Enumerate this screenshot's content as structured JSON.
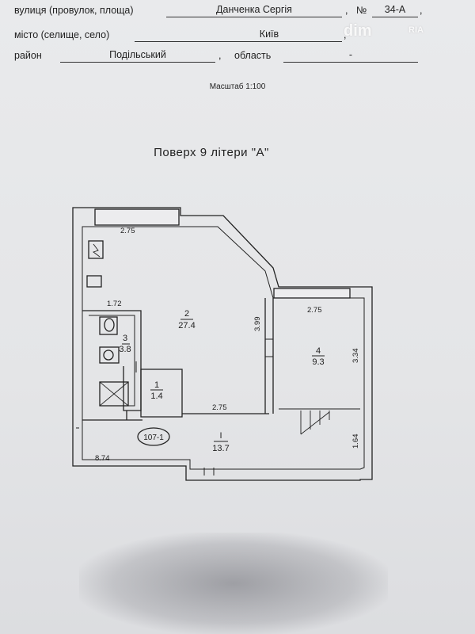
{
  "header": {
    "street_label": "вулиця (провулок, площа)",
    "street_value": "Данченка Сергія",
    "number_label": "№",
    "number_value": "34-А",
    "city_label": "місто (селище, село)",
    "city_value": "Київ",
    "district_label": "район",
    "district_value": "Подільський",
    "region_label": "область",
    "region_value": "-"
  },
  "scale": "Масштаб 1:100",
  "floor_title": "Поверх  9  літери \"А\"",
  "watermark": {
    "brand": "dim",
    "sub": "RIA"
  },
  "plan": {
    "rooms": [
      {
        "id": "2",
        "area": "27.4"
      },
      {
        "id": "3",
        "area": "3.8"
      },
      {
        "id": "1",
        "area": "1.4"
      },
      {
        "id": "4",
        "area": "9.3"
      },
      {
        "id": "I",
        "area": "13.7"
      }
    ],
    "unit_label": "107-1",
    "dimensions": {
      "top_width": "2.75",
      "bath_width": "1.72",
      "room2_height": "3.99",
      "room4_width": "2.75",
      "room4_height": "3.34",
      "corridor_top": "2.75",
      "stair_height": "1.64",
      "total_width": "8.74"
    }
  }
}
